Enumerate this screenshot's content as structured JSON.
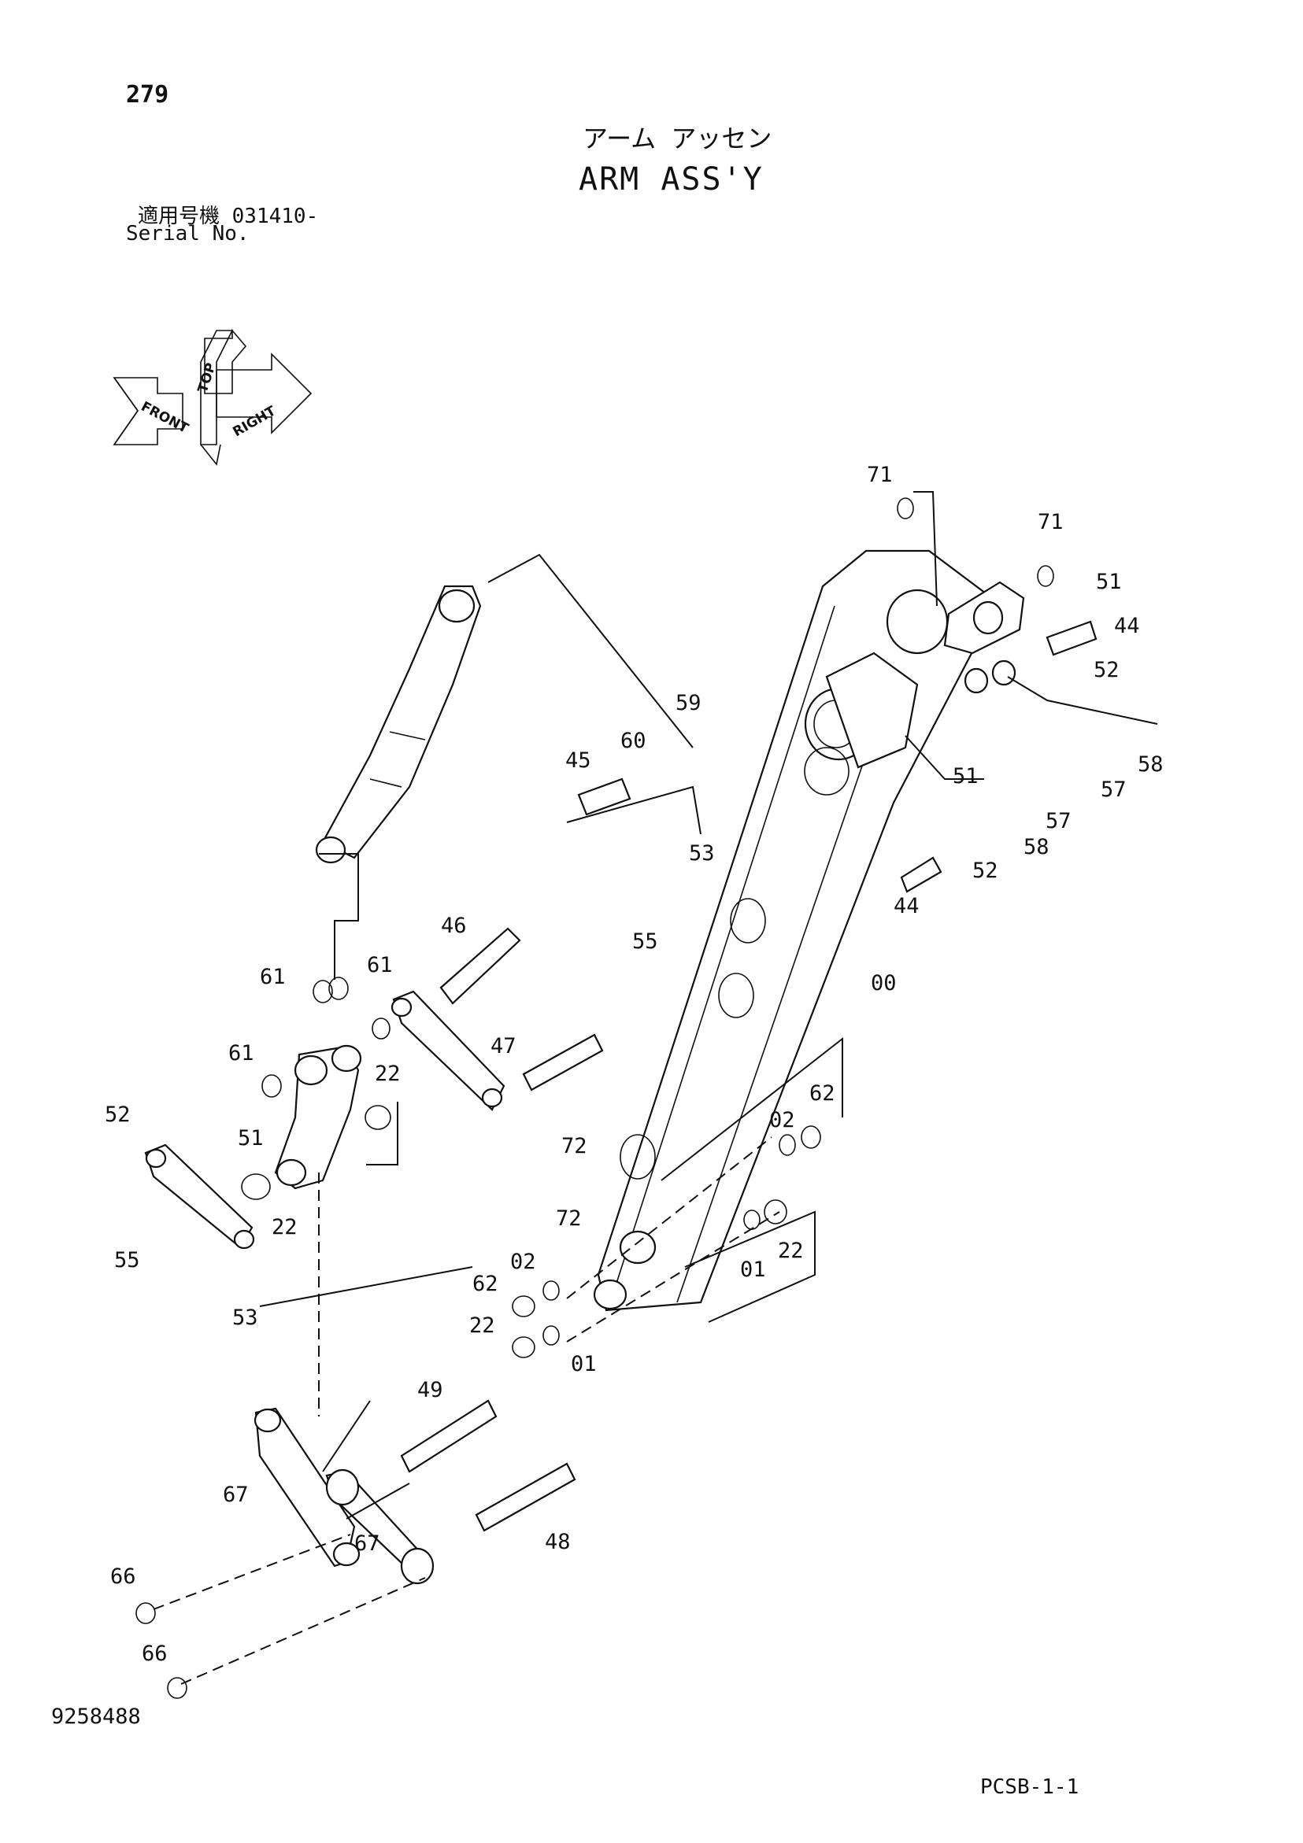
{
  "page_number": "279",
  "title_jp": "アーム アッセン",
  "title_en": "ARM ASS'Y",
  "serial_label_jp": "適用号機  031410-",
  "serial_label_en": "Serial No.",
  "doc_number": "9258488",
  "page_code": "PCSB-1-1",
  "orientation": {
    "top": "TOP",
    "front": "FRONT",
    "right": "RIGHT"
  },
  "callouts": [
    "71",
    "71",
    "51",
    "44",
    "52",
    "59",
    "60",
    "45",
    "53",
    "58",
    "57",
    "51",
    "57",
    "58",
    "52",
    "44",
    "55",
    "00",
    "46",
    "61",
    "61",
    "61",
    "47",
    "22",
    "52",
    "51",
    "22",
    "62",
    "02",
    "72",
    "72",
    "55",
    "53",
    "02",
    "62",
    "22",
    "01",
    "22",
    "01",
    "49",
    "67",
    "67",
    "48",
    "66",
    "66"
  ]
}
